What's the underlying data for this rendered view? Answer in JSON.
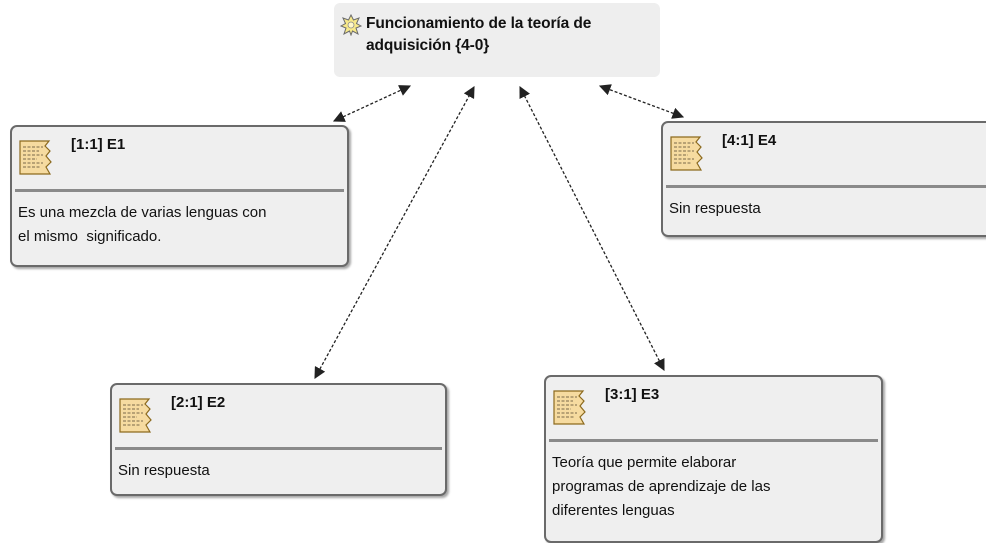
{
  "code": {
    "title_line1": "Funcionamiento de la teoría de",
    "title_line2": "adquisición {4-0}",
    "icon": "code-star-icon"
  },
  "quotations": [
    {
      "id": "[1:1] E1",
      "text": "Es una mezcla de varias lenguas con\nel mismo  significado.",
      "icon": "document-icon"
    },
    {
      "id": "[2:1] E2",
      "text": "Sin respuesta",
      "icon": "document-icon"
    },
    {
      "id": "[3:1] E3",
      "text": "Teoría que permite elaborar\nprogramas de aprendizaje de las\ndiferentes lenguas",
      "icon": "document-icon"
    },
    {
      "id": "[4:1] E4",
      "text": "Sin respuesta",
      "icon": "document-icon"
    }
  ],
  "colors": {
    "node_background": "#efefef",
    "node_border": "#6a6a6a",
    "icon_fill": "#f6dba0",
    "icon_stroke": "#8c6a1e",
    "star_fill": "#f7e98a",
    "connector": "#222222"
  }
}
